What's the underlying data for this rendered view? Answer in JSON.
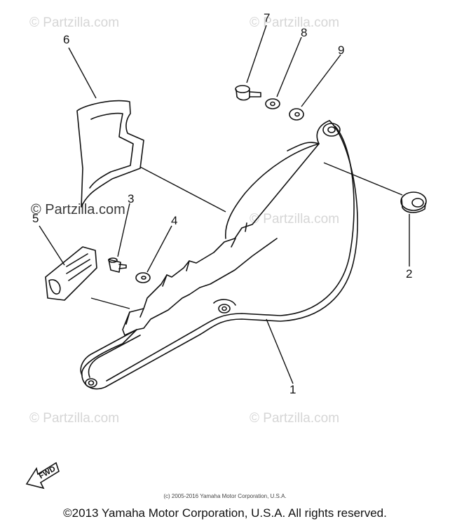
{
  "watermarks": [
    "© Partzilla.com",
    "© Partzilla.com",
    "© Partzilla.com",
    "© Partzilla.com",
    "© Partzilla.com",
    "© Partzilla.com"
  ],
  "watermark_dark": "© Partzilla.com",
  "callouts": {
    "c1": "1",
    "c2": "2",
    "c3": "3",
    "c4": "4",
    "c5": "5",
    "c6": "6",
    "c7": "7",
    "c8": "8",
    "c9": "9"
  },
  "fwd_label": "FWD",
  "copyright_small": "(c) 2005-2016 Yamaha Motor Corporation, U.S.A.",
  "copyright_main": "©2013 Yamaha Motor Corporation, U.S.A. All rights reserved."
}
